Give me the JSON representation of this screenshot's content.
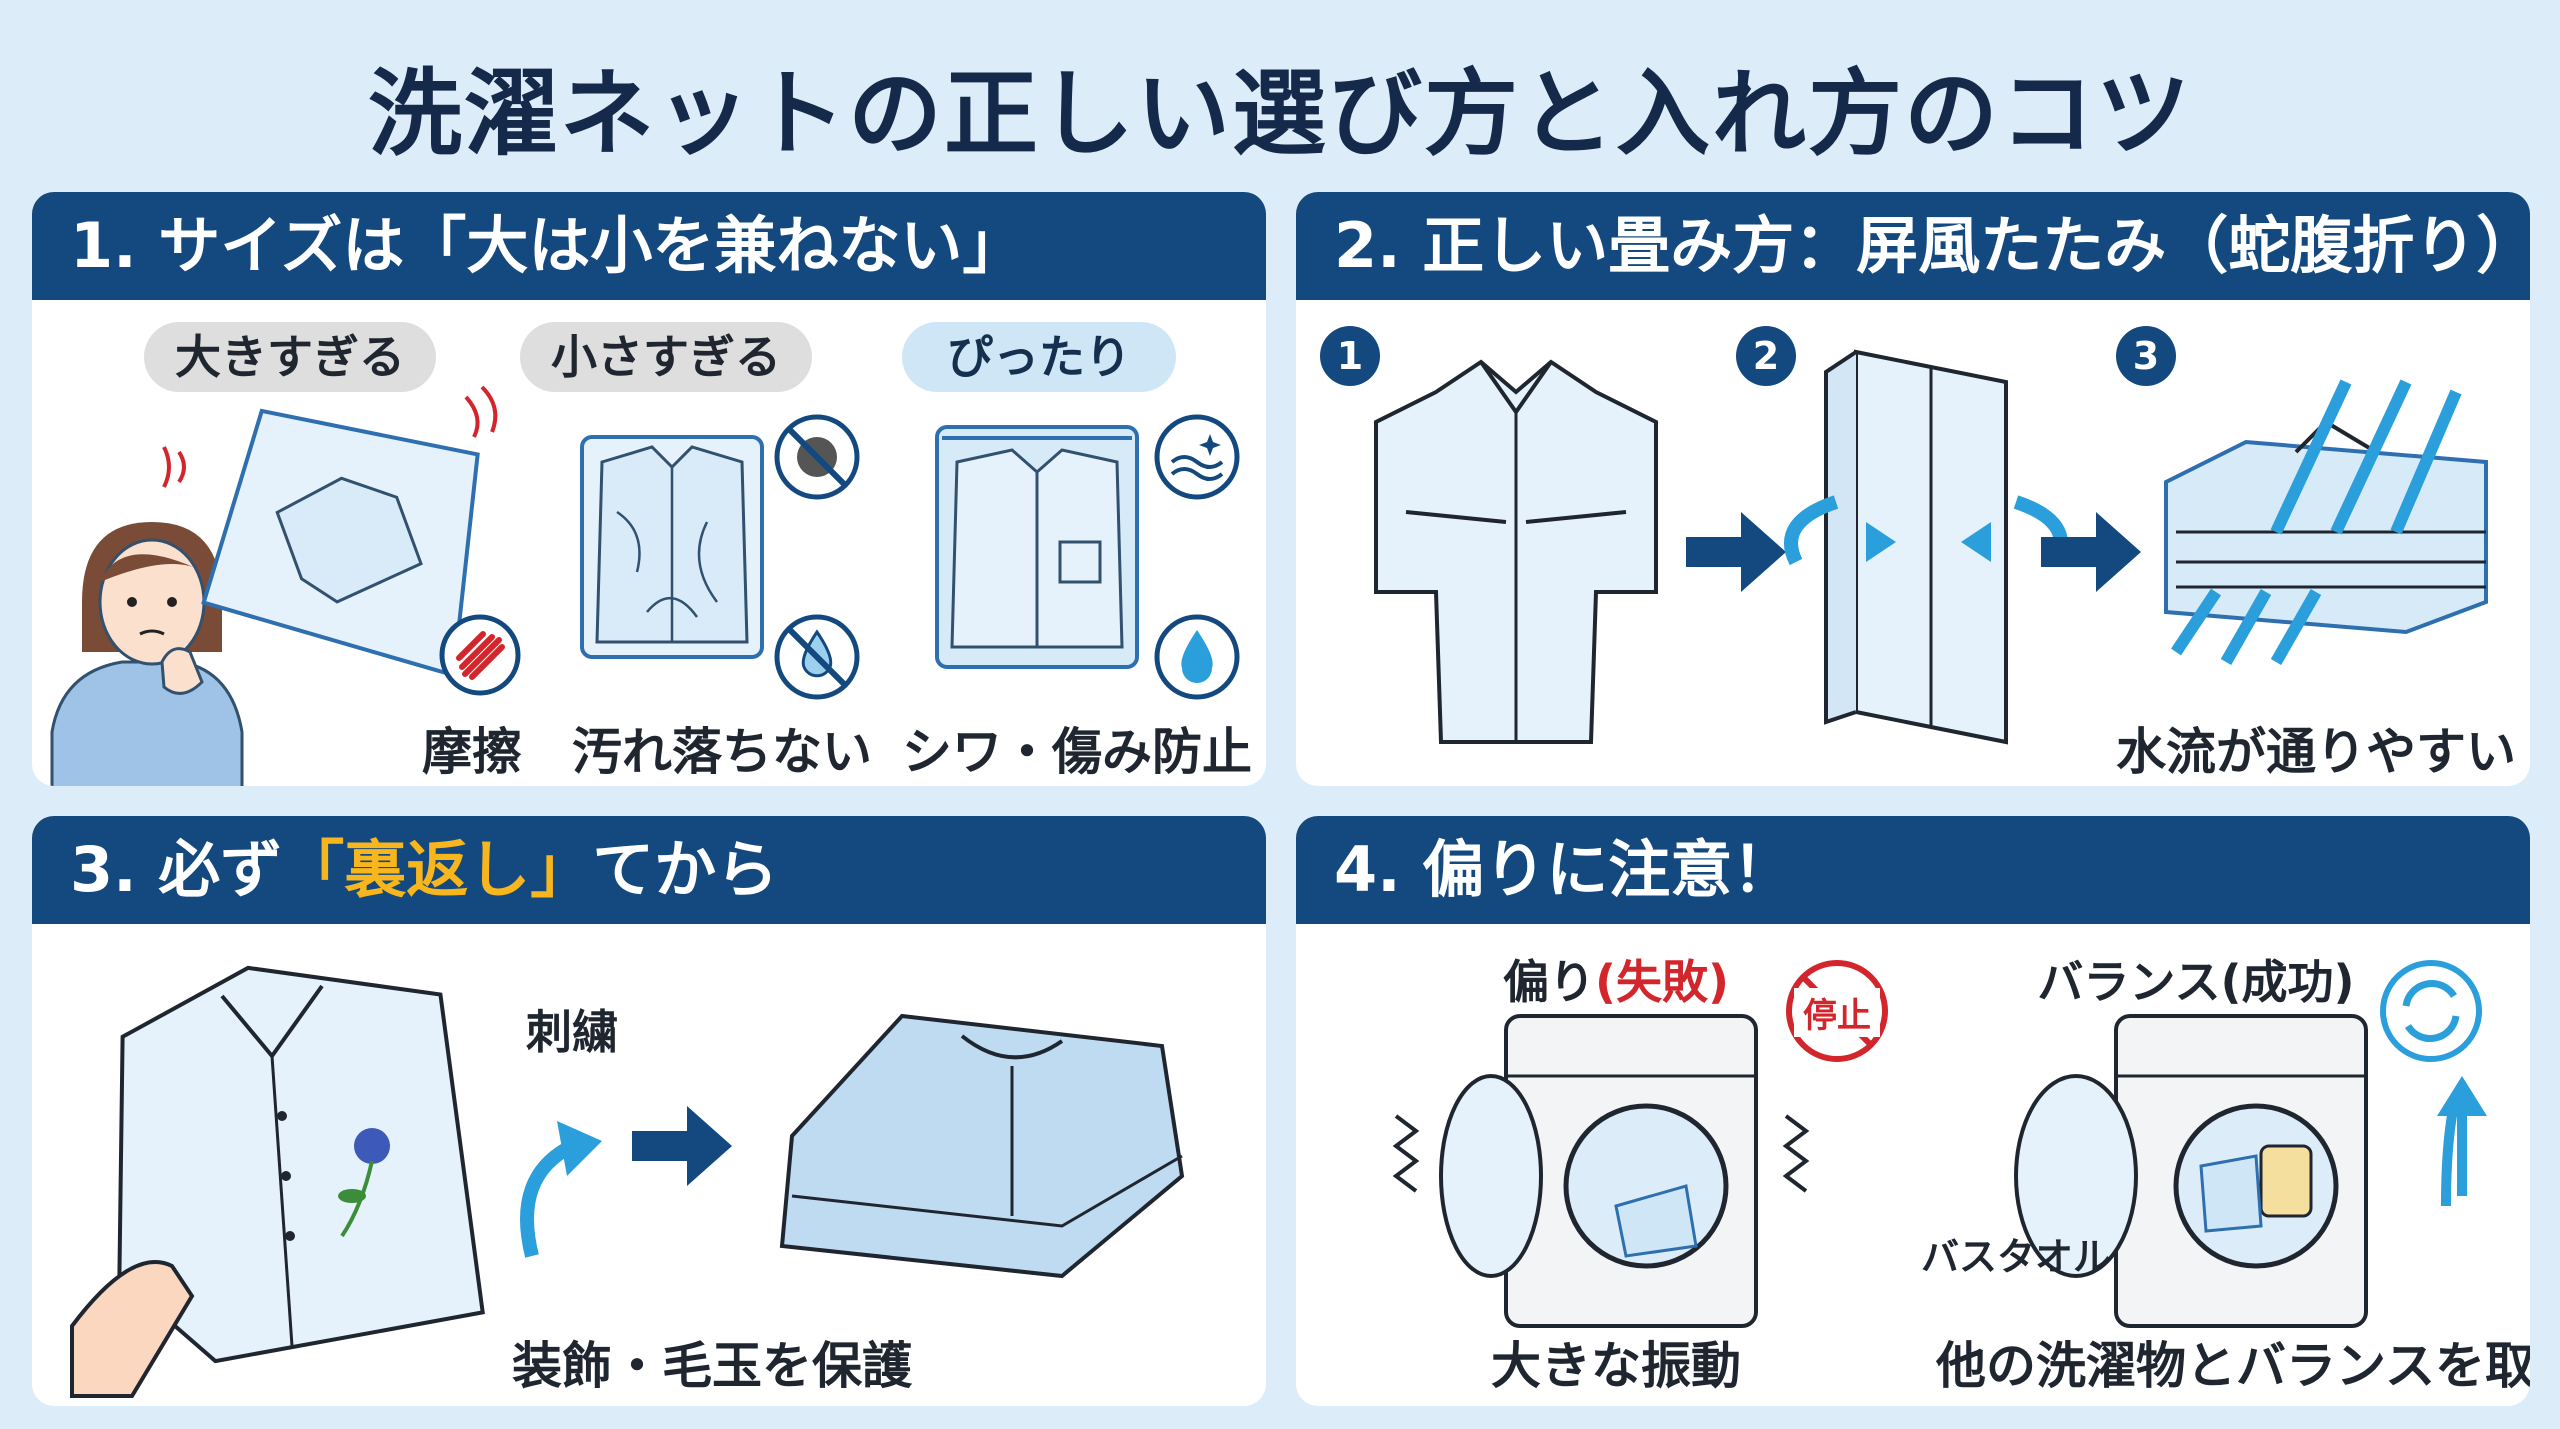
{
  "title": "洗濯ネットの正しい選び方と入れ方のコツ",
  "panel1": {
    "header": "1. サイズは「大は小を兼ねない」",
    "options": [
      {
        "tag": "大きすぎる",
        "caption": "摩擦"
      },
      {
        "tag": "小さすぎる",
        "caption": "汚れ落ちない"
      },
      {
        "tag": "ぴったり",
        "caption": "シワ・傷み防止"
      }
    ]
  },
  "panel2": {
    "header": "2. 正しい畳み方：屏風たたみ（蛇腹折り）",
    "steps": [
      "1",
      "2",
      "3"
    ],
    "caption": "水流が通りやすい"
  },
  "panel3": {
    "header_pre": "3. 必ず",
    "header_hl": "「裏返し」",
    "header_post": "てから",
    "embroidery_label": "刺繍",
    "caption": "装飾・毛玉を保護"
  },
  "panel4": {
    "header": "4. 偏りに注意！",
    "fail_label": "偏り",
    "fail_tag": "(失敗)",
    "stop_label": "停止",
    "success_label": "バランス",
    "success_tag": "(成功)",
    "towel_label": "バスタオル",
    "fail_caption": "大きな振動",
    "success_caption": "他の洗濯物とバランスを取る"
  },
  "colors": {
    "header_bg": "#13497f",
    "accent": "#f7b51e",
    "warning": "#d3262c",
    "water": "#2a9fdc"
  }
}
